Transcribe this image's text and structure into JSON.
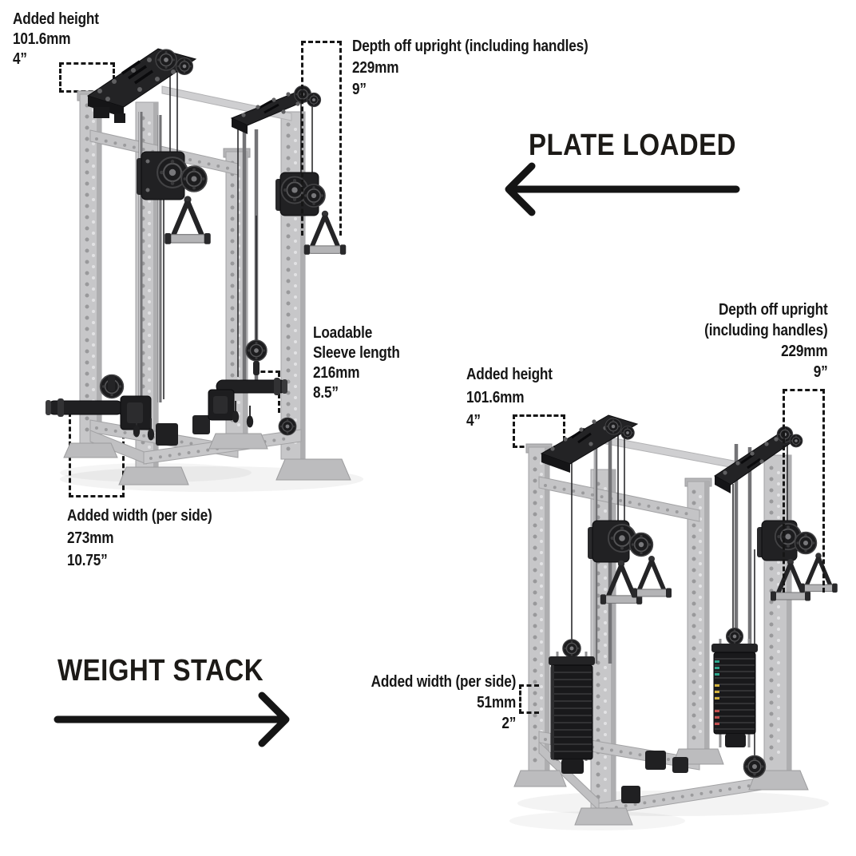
{
  "sections": {
    "plate_loaded": {
      "title": "PLATE LOADED"
    },
    "weight_stack": {
      "title": "WEIGHT STACK"
    }
  },
  "labels": {
    "added_height_left": [
      "Added height",
      "101.6mm",
      "4”"
    ],
    "depth_left": [
      "Depth off upright (including handles)",
      "229mm",
      "9”"
    ],
    "loadable_sleeve": [
      "Loadable",
      "Sleeve length",
      "216mm",
      "8.5”"
    ],
    "added_width_left": [
      "Added width (per side)",
      "273mm",
      "10.75”"
    ],
    "depth_right": [
      "Depth off upright",
      "(including handles)",
      "229mm",
      "9”"
    ],
    "added_height_right": [
      "Added height",
      "101.6mm",
      "4”"
    ],
    "added_width_right": [
      "Added width (per side)",
      "51mm",
      "2”"
    ]
  },
  "colors": {
    "annotation_text": "#161616",
    "dashed_line": "#161616",
    "rack_gray": "#c7c7c9",
    "hardware_black": "#1d1d1f",
    "stack_pin_green": "#2fa58d",
    "stack_pin_yellow": "#d2b23e",
    "stack_pin_red": "#c14f4f"
  }
}
